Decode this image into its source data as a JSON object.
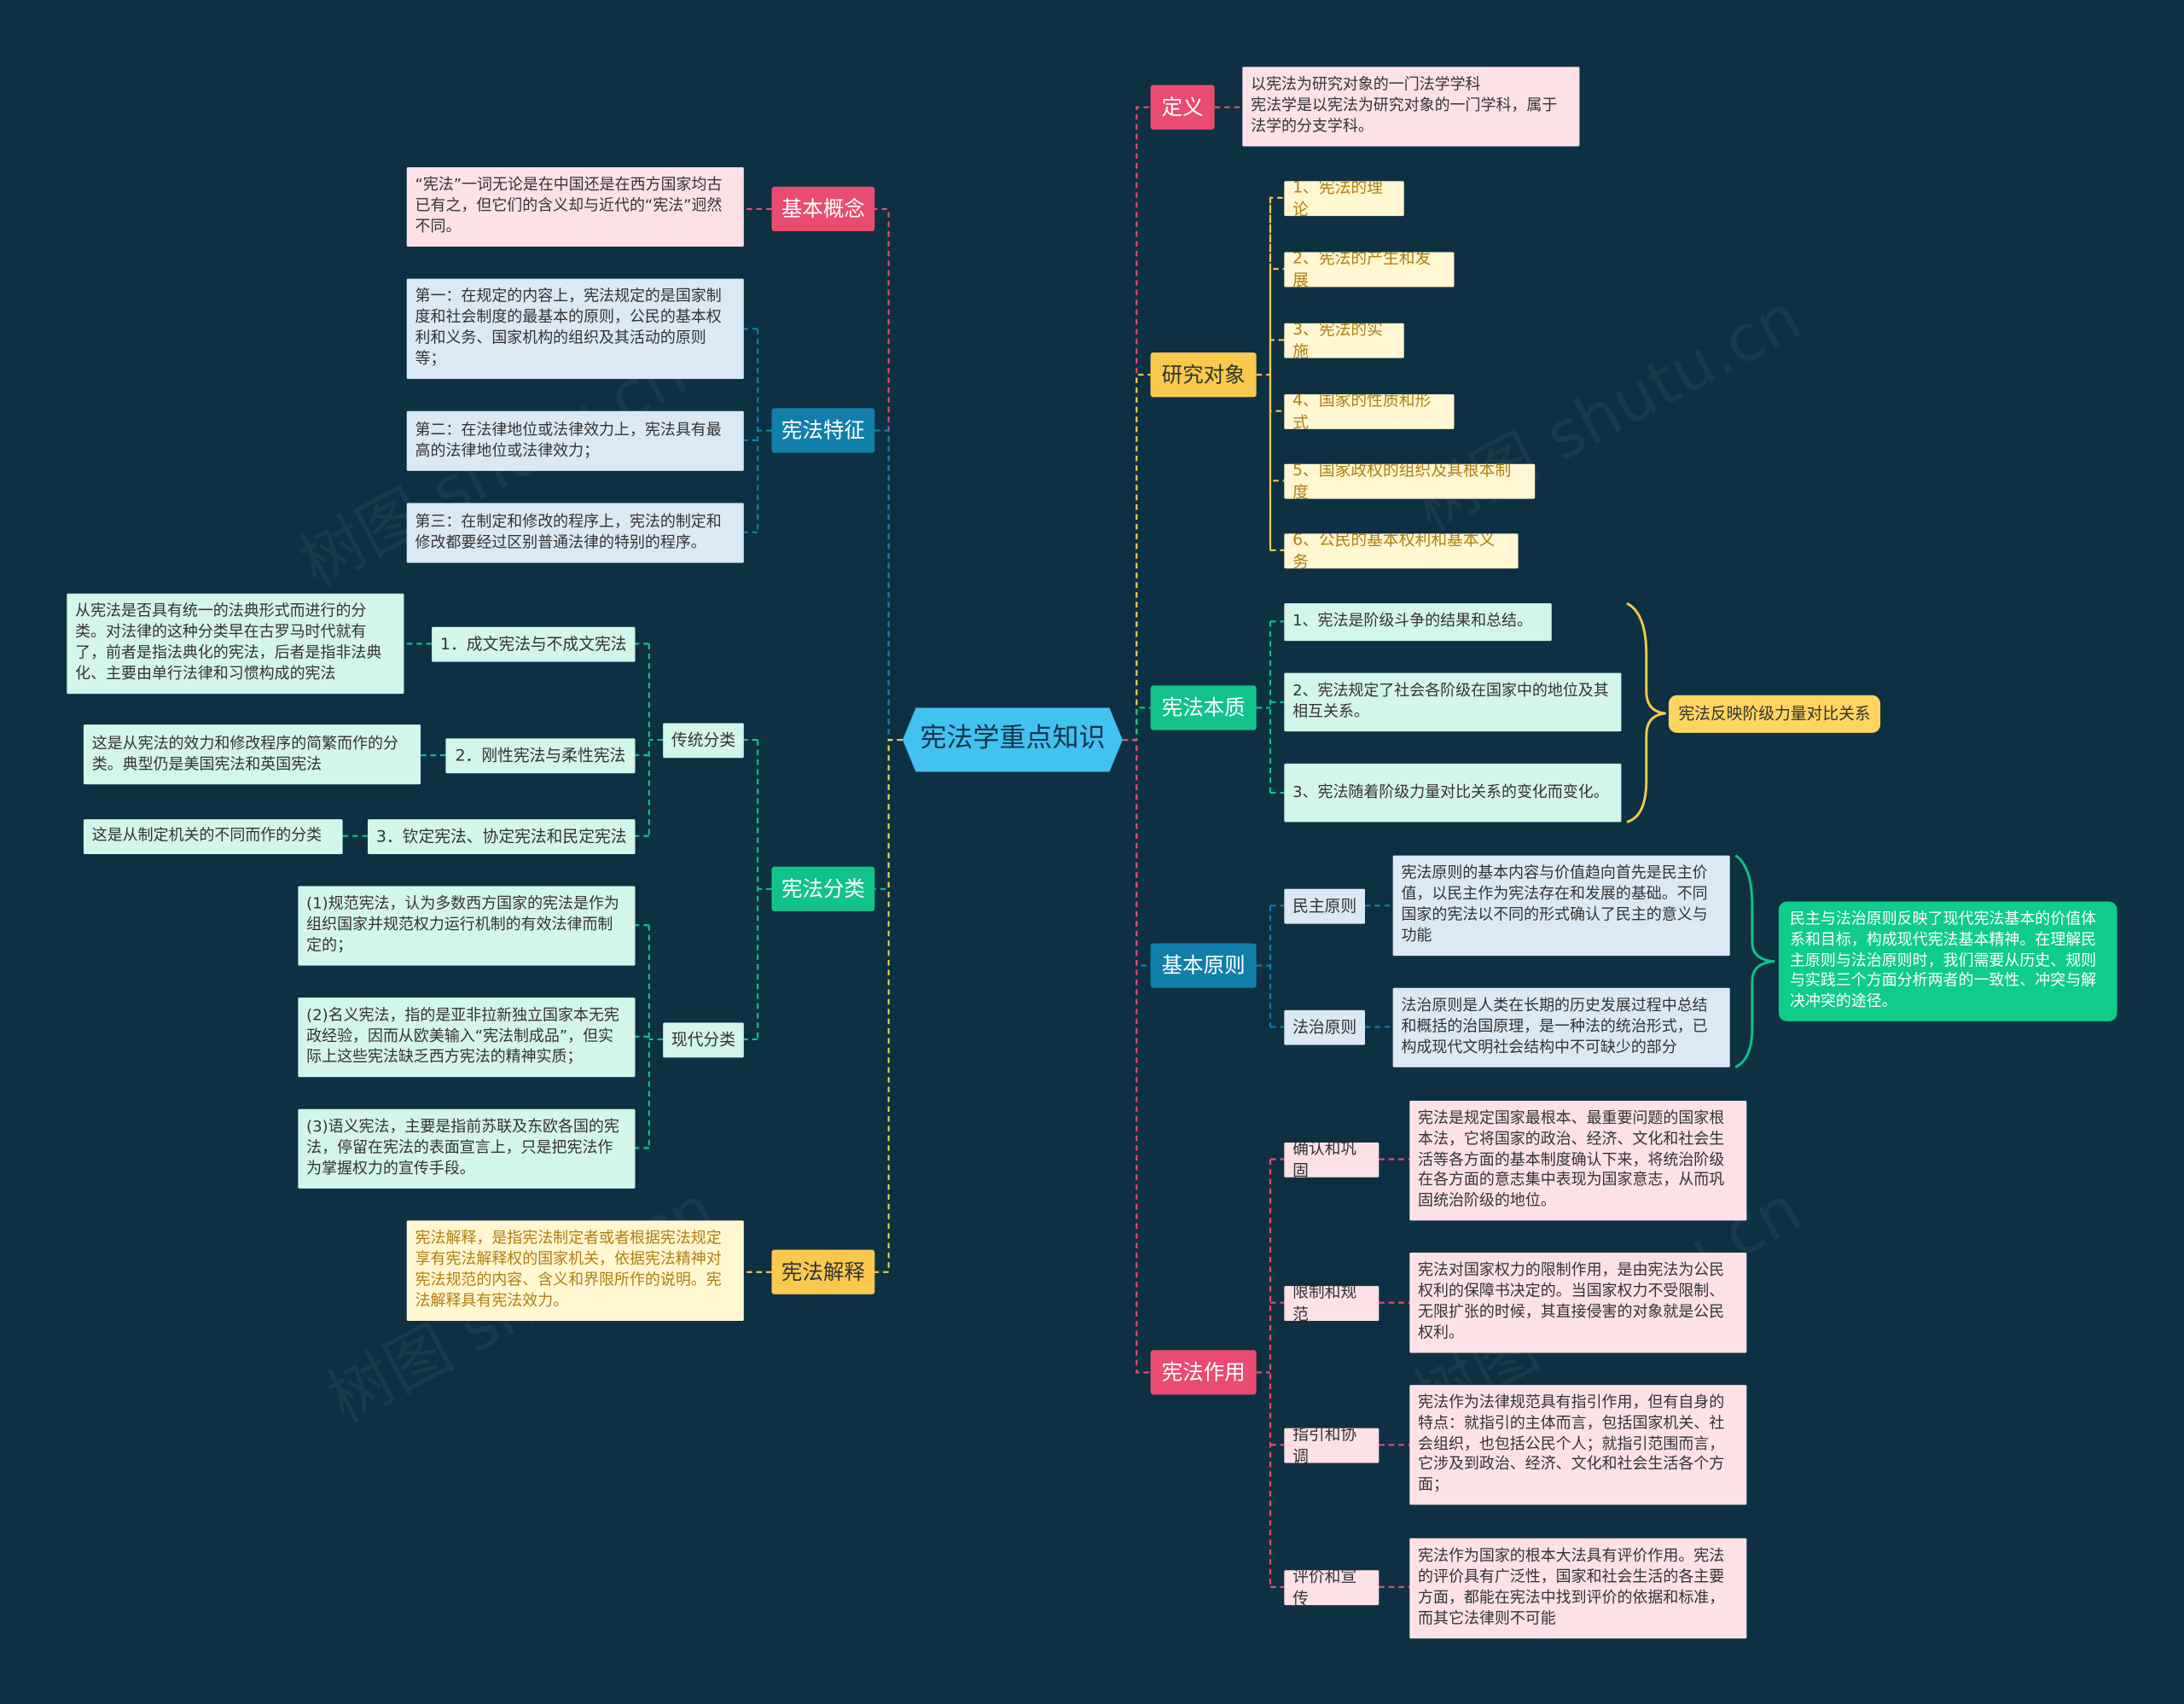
{
  "center": "宪法学重点知识",
  "colors": {
    "background": "#0d3142",
    "center": "#42c2f0",
    "pink": "#ea4b70",
    "yellow": "#f8c94c",
    "green": "#12c28a",
    "blue": "#127fab"
  },
  "right": {
    "definition": {
      "title": "定义",
      "text": "以宪法为研究对象的一门法学学科\n宪法学是以宪法为研究对象的一门学科，属于法学的分支学科。"
    },
    "research": {
      "title": "研究对象",
      "items": [
        "1、宪法的理论",
        "2、宪法的产生和发展",
        "3、宪法的实施",
        "4、国家的性质和形式",
        "5、国家政权的组织及其根本制度",
        "6、公民的基本权利和基本义务"
      ]
    },
    "essence": {
      "title": "宪法本质",
      "items": [
        "1、宪法是阶级斗争的结果和总结。",
        "2、宪法规定了社会各阶级在国家中的地位及其相互关系。",
        "3、宪法随着阶级力量对比关系的变化而变化。"
      ],
      "summary": "宪法反映阶级力量对比关系"
    },
    "principles": {
      "title": "基本原则",
      "items": [
        {
          "label": "民主原则",
          "text": "宪法原则的基本内容与价值趋向首先是民主价值，以民主作为宪法存在和发展的基础。不同国家的宪法以不同的形式确认了民主的意义与功能"
        },
        {
          "label": "法治原则",
          "text": "法治原则是人类在长期的历史发展过程中总结和概括的治国原理，是一种法的统治形式，已构成现代文明社会结构中不可缺少的部分"
        }
      ],
      "summary": "民主与法治原则反映了现代宪法基本的价值体系和目标，构成现代宪法基本精神。在理解民主原则与法治原则时，我们需要从历史、规则与实践三个方面分析两者的一致性、冲突与解决冲突的途径。"
    },
    "functions": {
      "title": "宪法作用",
      "items": [
        {
          "label": "确认和巩固",
          "text": "宪法是规定国家最根本、最重要问题的国家根本法，它将国家的政治、经济、文化和社会生活等各方面的基本制度确认下来，将统治阶级在各方面的意志集中表现为国家意志，从而巩固统治阶级的地位。"
        },
        {
          "label": "限制和规范",
          "text": "宪法对国家权力的限制作用，是由宪法为公民权利的保障书决定的。当国家权力不受限制、无限扩张的时候，其直接侵害的对象就是公民权利。"
        },
        {
          "label": "指引和协调",
          "text": "宪法作为法律规范具有指引作用，但有自身的特点：就指引的主体而言，包括国家机关、社会组织，也包括公民个人；就指引范围而言，它涉及到政治、经济、文化和社会生活各个方面；"
        },
        {
          "label": "评价和宣传",
          "text": "宪法作为国家的根本大法具有评价作用。宪法的评价具有广泛性，国家和社会生活的各主要方面，都能在宪法中找到评价的依据和标准，而其它法律则不可能"
        }
      ]
    }
  },
  "left": {
    "concept": {
      "title": "基本概念",
      "text": "“宪法”一词无论是在中国还是在西方国家均古已有之，但它们的含义却与近代的“宪法”迥然不同。"
    },
    "features": {
      "title": "宪法特征",
      "items": [
        "第一：在规定的内容上，宪法规定的是国家制度和社会制度的最基本的原则，公民的基本权利和义务、国家机构的组织及其活动的原则等；",
        "第二：在法律地位或法律效力上，宪法具有最高的法律地位或法律效力；",
        "第三：在制定和修改的程序上，宪法的制定和修改都要经过区别普通法律的特别的程序。"
      ]
    },
    "classification": {
      "title": "宪法分类",
      "traditional": {
        "label": "传统分类",
        "items": [
          {
            "label": "1．成文宪法与不成文宪法",
            "text": "从宪法是否具有统一的法典形式而进行的分类。对法律的这种分类早在古罗马时代就有了，前者是指法典化的宪法，后者是指非法典化、主要由单行法律和习惯构成的宪法"
          },
          {
            "label": "2．刚性宪法与柔性宪法",
            "text": "这是从宪法的效力和修改程序的简繁而作的分类。典型仍是美国宪法和英国宪法"
          },
          {
            "label": "3．钦定宪法、协定宪法和民定宪法",
            "text": "这是从制定机关的不同而作的分类"
          }
        ]
      },
      "modern": {
        "label": "现代分类",
        "items": [
          "(1)规范宪法，认为多数西方国家的宪法是作为组织国家并规范权力运行机制的有效法律而制定的；",
          "(2)名义宪法，指的是亚非拉新独立国家本无宪政经验，因而从欧美输入“宪法制成品”，但实际上这些宪法缺乏西方宪法的精神实质；",
          "(3)语义宪法，主要是指前苏联及东欧各国的宪法，停留在宪法的表面宣言上，只是把宪法作为掌握权力的宣传手段。"
        ]
      }
    },
    "interpretation": {
      "title": "宪法解释",
      "text": "宪法解释，是指宪法制定者或者根据宪法规定享有宪法解释权的国家机关，依据宪法精神对宪法规范的内容、含义和界限所作的说明。宪法解释具有宪法效力。"
    }
  }
}
